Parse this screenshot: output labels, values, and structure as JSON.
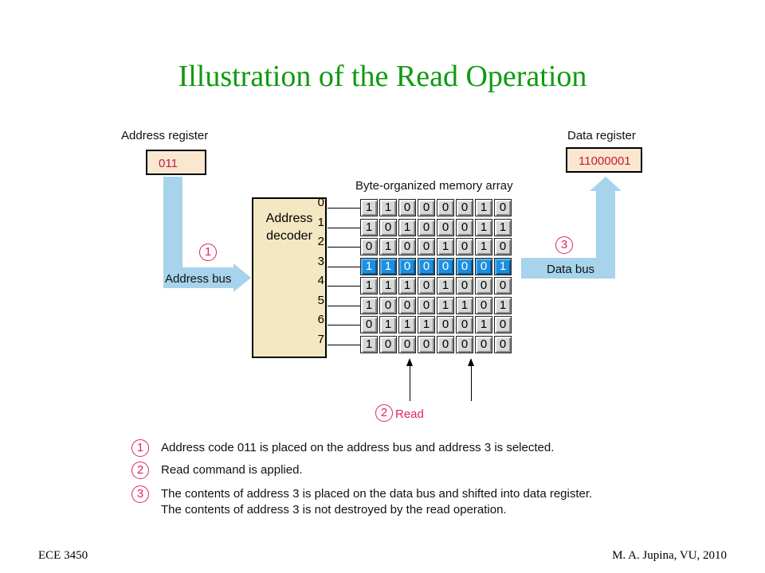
{
  "slide": {
    "title": "Illustration of the Read Operation",
    "footer_left": "ECE 3450",
    "footer_right": "M. A. Jupina, VU, 2010"
  },
  "diagram": {
    "address_register_label": "Address register",
    "address_register_value": "011",
    "data_register_label": "Data register",
    "data_register_value": "11000001",
    "memory_array_label": "Byte-organized memory array",
    "decoder_label_line1": "Address",
    "decoder_label_line2": "decoder",
    "address_bus_label": "Address bus",
    "data_bus_label": "Data bus",
    "read_label": "Read",
    "selected_row": 3,
    "rows": [
      {
        "index": "0",
        "bits": [
          "1",
          "1",
          "0",
          "0",
          "0",
          "0",
          "1",
          "0"
        ]
      },
      {
        "index": "1",
        "bits": [
          "1",
          "0",
          "1",
          "0",
          "0",
          "0",
          "1",
          "1"
        ]
      },
      {
        "index": "2",
        "bits": [
          "0",
          "1",
          "0",
          "0",
          "1",
          "0",
          "1",
          "0"
        ]
      },
      {
        "index": "3",
        "bits": [
          "1",
          "1",
          "0",
          "0",
          "0",
          "0",
          "0",
          "1"
        ]
      },
      {
        "index": "4",
        "bits": [
          "1",
          "1",
          "1",
          "0",
          "1",
          "0",
          "0",
          "0"
        ]
      },
      {
        "index": "5",
        "bits": [
          "1",
          "0",
          "0",
          "0",
          "1",
          "1",
          "0",
          "1"
        ]
      },
      {
        "index": "6",
        "bits": [
          "0",
          "1",
          "1",
          "1",
          "0",
          "0",
          "1",
          "0"
        ]
      },
      {
        "index": "7",
        "bits": [
          "1",
          "0",
          "0",
          "0",
          "0",
          "0",
          "0",
          "0"
        ]
      }
    ],
    "step_markers": {
      "one": "1",
      "two": "2",
      "three": "3"
    },
    "colors": {
      "bus": "#a7d3ec",
      "selected_row": "#1e8fe0",
      "marker": "#e0255a",
      "title": "#109a10"
    }
  },
  "notes": [
    {
      "marker": "1",
      "lines": [
        "Address code 011 is placed on the address bus and address 3 is selected."
      ]
    },
    {
      "marker": "2",
      "lines": [
        "Read command is applied."
      ]
    },
    {
      "marker": "3",
      "lines": [
        "The contents of address 3 is placed on the data bus and shifted into data register.",
        "The contents of address 3 is not destroyed by the read operation."
      ]
    }
  ]
}
